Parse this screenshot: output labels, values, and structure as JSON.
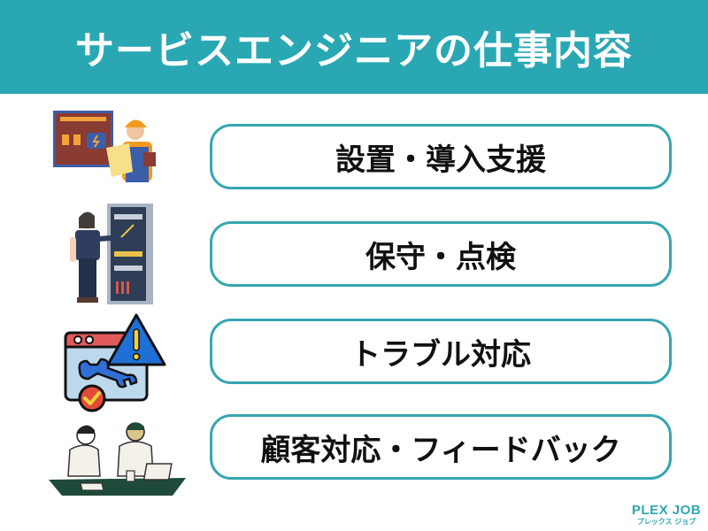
{
  "header": {
    "title": "サービスエンジニアの仕事内容"
  },
  "items": [
    {
      "label": "設置・導入支援",
      "icon": "engineer-electrical-panel-illustration"
    },
    {
      "label": "保守・点検",
      "icon": "technician-server-cabinet-illustration"
    },
    {
      "label": "トラブル対応",
      "icon": "warning-wrench-window-icon"
    },
    {
      "label": "顧客対応・フィードバック",
      "icon": "meeting-two-people-illustration"
    }
  ],
  "logo": {
    "name": "PLEX JOB",
    "kana": "プレックス ジョブ"
  },
  "colors": {
    "accent": "#29a8b4",
    "border": "#36a6b0",
    "text": "#111111"
  }
}
